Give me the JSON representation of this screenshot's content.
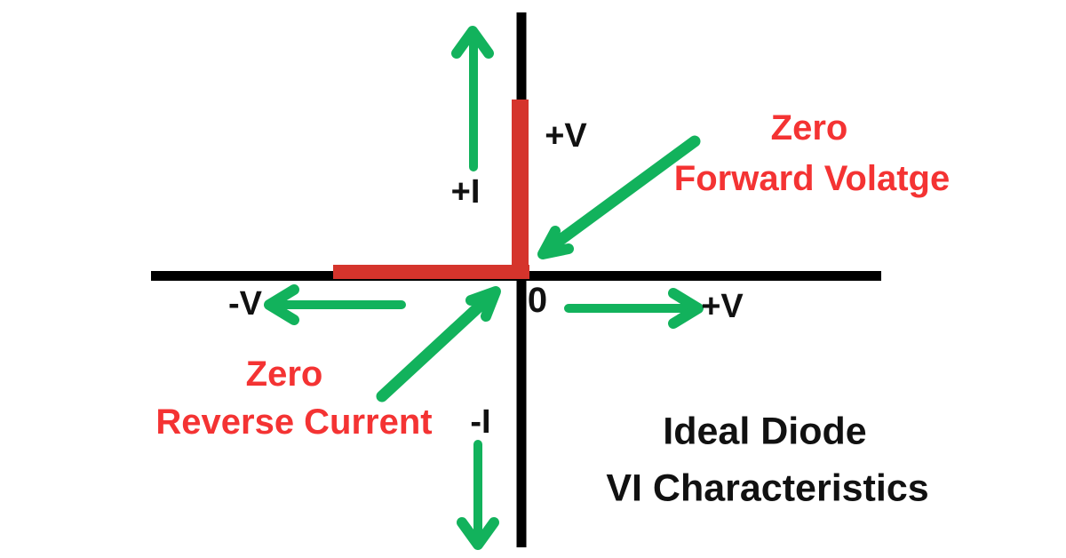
{
  "colors": {
    "background": "#ffffff",
    "axis_black": "#000000",
    "diode_curve_red": "#d5342c",
    "annotation_red": "#f43333",
    "arrow_green": "#12b25c",
    "text_black": "#111111"
  },
  "axis_labels": {
    "plus_v_top": "+V",
    "plus_i": "+I",
    "minus_v": "-V",
    "origin": "0",
    "plus_v_right": "+V",
    "minus_i": "-I"
  },
  "annotations": {
    "forward_line1": "Zero",
    "forward_line2": "Forward Volatge",
    "reverse_line1": "Zero",
    "reverse_line2": "Reverse Current"
  },
  "caption": {
    "line1": "Ideal Diode",
    "line2": "VI Characteristics"
  },
  "icons": {
    "up_arrow": "green arrow pointing up along +I direction",
    "down_arrow": "green arrow pointing down along -I direction",
    "left_arrow": "green arrow pointing left along -V direction",
    "right_arrow": "green arrow pointing right along +V direction",
    "forward_pointer_arrow": "green diagonal arrow pointing to origin from upper right",
    "reverse_pointer_arrow": "green diagonal arrow pointing to origin from lower left"
  },
  "curve": {
    "type": "line",
    "description": "Ideal diode V-I characteristic: red segment along +I axis (zero forward voltage) and red segment along -V axis (zero reverse current), meeting at origin"
  }
}
